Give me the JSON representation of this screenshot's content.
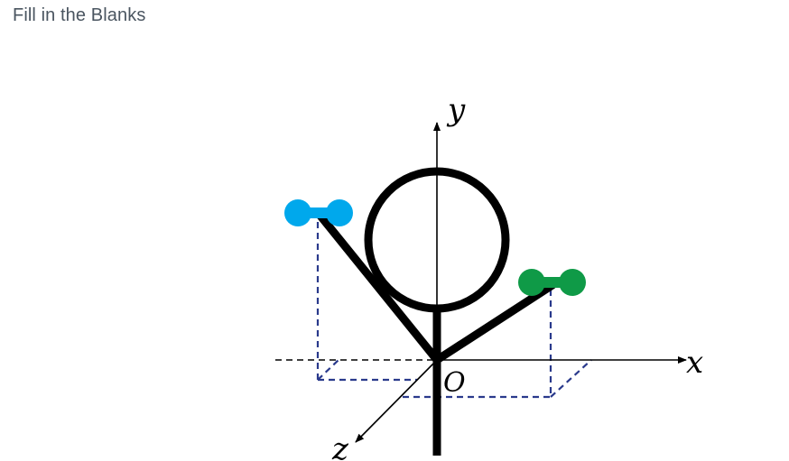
{
  "header": {
    "title": "Fill in the Blanks"
  },
  "diagram": {
    "axes": {
      "x_label": "x",
      "y_label": "y",
      "z_label": "z",
      "origin_label": "O"
    },
    "colors": {
      "structure": "#000000",
      "guide_dashes": "#2a3a8c",
      "left_dumbbell": "#00a8ec",
      "right_dumbbell": "#0f9a47",
      "title_text": "#4a5560"
    }
  }
}
